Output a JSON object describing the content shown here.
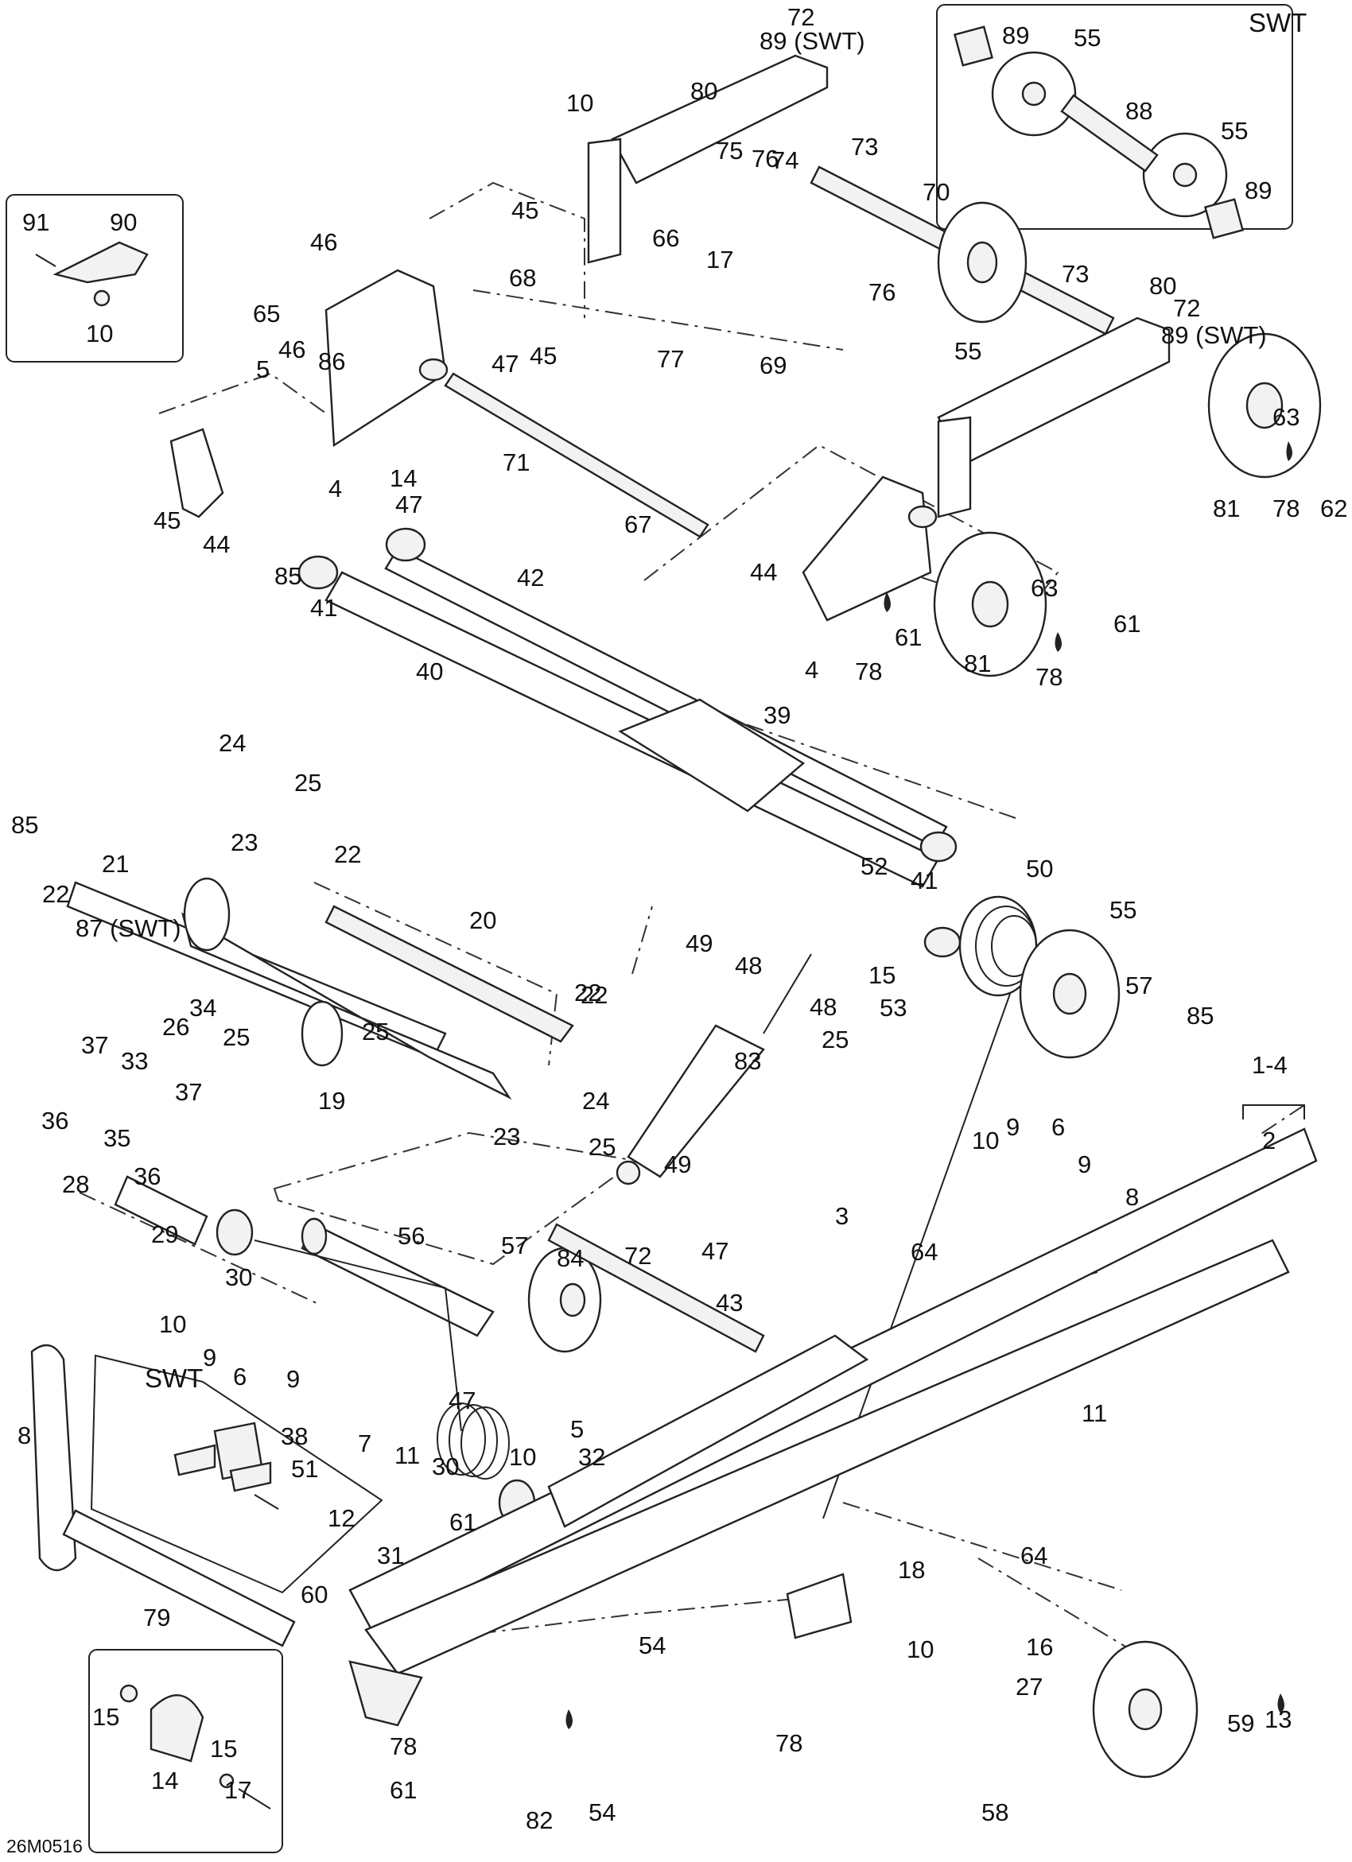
{
  "diagram": {
    "drawing_code": "26M0516",
    "callouts": [
      {
        "text": "72"
      },
      {
        "text": "89 (SWT)"
      },
      {
        "text": "80"
      },
      {
        "text": "10"
      },
      {
        "text": "74"
      },
      {
        "text": "75"
      },
      {
        "text": "76"
      },
      {
        "text": "73"
      },
      {
        "text": "45"
      },
      {
        "text": "66"
      },
      {
        "text": "17"
      },
      {
        "text": "70"
      },
      {
        "text": "46"
      },
      {
        "text": "68"
      },
      {
        "text": "76"
      },
      {
        "text": "73"
      },
      {
        "text": "65"
      },
      {
        "text": "86"
      },
      {
        "text": "47"
      },
      {
        "text": "45"
      },
      {
        "text": "77"
      },
      {
        "text": "69"
      },
      {
        "text": "55"
      },
      {
        "text": "80"
      },
      {
        "text": "72"
      },
      {
        "text": "89 (SWT)"
      },
      {
        "text": "5"
      },
      {
        "text": "46"
      },
      {
        "text": "4"
      },
      {
        "text": "14"
      },
      {
        "text": "71"
      },
      {
        "text": "67"
      },
      {
        "text": "63"
      },
      {
        "text": "45"
      },
      {
        "text": "44"
      },
      {
        "text": "81"
      },
      {
        "text": "78"
      },
      {
        "text": "62"
      },
      {
        "text": "47"
      },
      {
        "text": "42"
      },
      {
        "text": "85"
      },
      {
        "text": "41"
      },
      {
        "text": "44"
      },
      {
        "text": "63"
      },
      {
        "text": "40"
      },
      {
        "text": "61"
      },
      {
        "text": "4"
      },
      {
        "text": "78"
      },
      {
        "text": "61"
      },
      {
        "text": "81"
      },
      {
        "text": "78"
      },
      {
        "text": "39"
      },
      {
        "text": "24"
      },
      {
        "text": "25"
      },
      {
        "text": "23"
      },
      {
        "text": "85"
      },
      {
        "text": "22"
      },
      {
        "text": "21"
      },
      {
        "text": "22"
      },
      {
        "text": "52"
      },
      {
        "text": "50"
      },
      {
        "text": "41"
      },
      {
        "text": "55"
      },
      {
        "text": "20"
      },
      {
        "text": "22"
      },
      {
        "text": "87 (SWT)"
      },
      {
        "text": "49"
      },
      {
        "text": "48"
      },
      {
        "text": "15"
      },
      {
        "text": "53"
      },
      {
        "text": "48"
      },
      {
        "text": "25"
      },
      {
        "text": "57"
      },
      {
        "text": "85"
      },
      {
        "text": "22"
      },
      {
        "text": "34"
      },
      {
        "text": "26"
      },
      {
        "text": "25"
      },
      {
        "text": "37"
      },
      {
        "text": "33"
      },
      {
        "text": "25"
      },
      {
        "text": "83"
      },
      {
        "text": "37"
      },
      {
        "text": "19"
      },
      {
        "text": "24"
      },
      {
        "text": "36"
      },
      {
        "text": "35"
      },
      {
        "text": "36"
      },
      {
        "text": "23"
      },
      {
        "text": "1-4"
      },
      {
        "text": "2"
      },
      {
        "text": "10"
      },
      {
        "text": "9"
      },
      {
        "text": "6"
      },
      {
        "text": "9"
      },
      {
        "text": "25"
      },
      {
        "text": "49"
      },
      {
        "text": "8"
      },
      {
        "text": "28"
      },
      {
        "text": "56"
      },
      {
        "text": "29"
      },
      {
        "text": "57"
      },
      {
        "text": "84"
      },
      {
        "text": "47"
      },
      {
        "text": "30"
      },
      {
        "text": "3"
      },
      {
        "text": "64"
      },
      {
        "text": "43"
      },
      {
        "text": "72"
      },
      {
        "text": "10"
      },
      {
        "text": "9"
      },
      {
        "text": "6"
      },
      {
        "text": "9"
      },
      {
        "text": "38"
      },
      {
        "text": "47"
      },
      {
        "text": "5"
      },
      {
        "text": "32"
      },
      {
        "text": "8"
      },
      {
        "text": "51"
      },
      {
        "text": "11"
      },
      {
        "text": "7"
      },
      {
        "text": "11"
      },
      {
        "text": "30"
      },
      {
        "text": "10"
      },
      {
        "text": "12"
      },
      {
        "text": "61"
      },
      {
        "text": "18"
      },
      {
        "text": "31"
      },
      {
        "text": "79"
      },
      {
        "text": "64"
      },
      {
        "text": "10"
      },
      {
        "text": "60"
      },
      {
        "text": "16"
      },
      {
        "text": "54"
      },
      {
        "text": "27"
      },
      {
        "text": "78"
      },
      {
        "text": "59"
      },
      {
        "text": "13"
      },
      {
        "text": "15"
      },
      {
        "text": "14"
      },
      {
        "text": "15"
      },
      {
        "text": "17"
      },
      {
        "text": "78"
      },
      {
        "text": "61"
      },
      {
        "text": "82"
      },
      {
        "text": "54"
      },
      {
        "text": "58"
      }
    ],
    "insets": {
      "swt_top_right": {
        "title": "SWT",
        "callouts": [
          {
            "text": "89"
          },
          {
            "text": "55"
          },
          {
            "text": "88"
          },
          {
            "text": "55"
          },
          {
            "text": "89"
          }
        ]
      },
      "bracket_top_left": {
        "callouts": [
          {
            "text": "91"
          },
          {
            "text": "90"
          },
          {
            "text": "10"
          }
        ]
      },
      "swt_lower_left": {
        "title": "SWT"
      }
    }
  }
}
